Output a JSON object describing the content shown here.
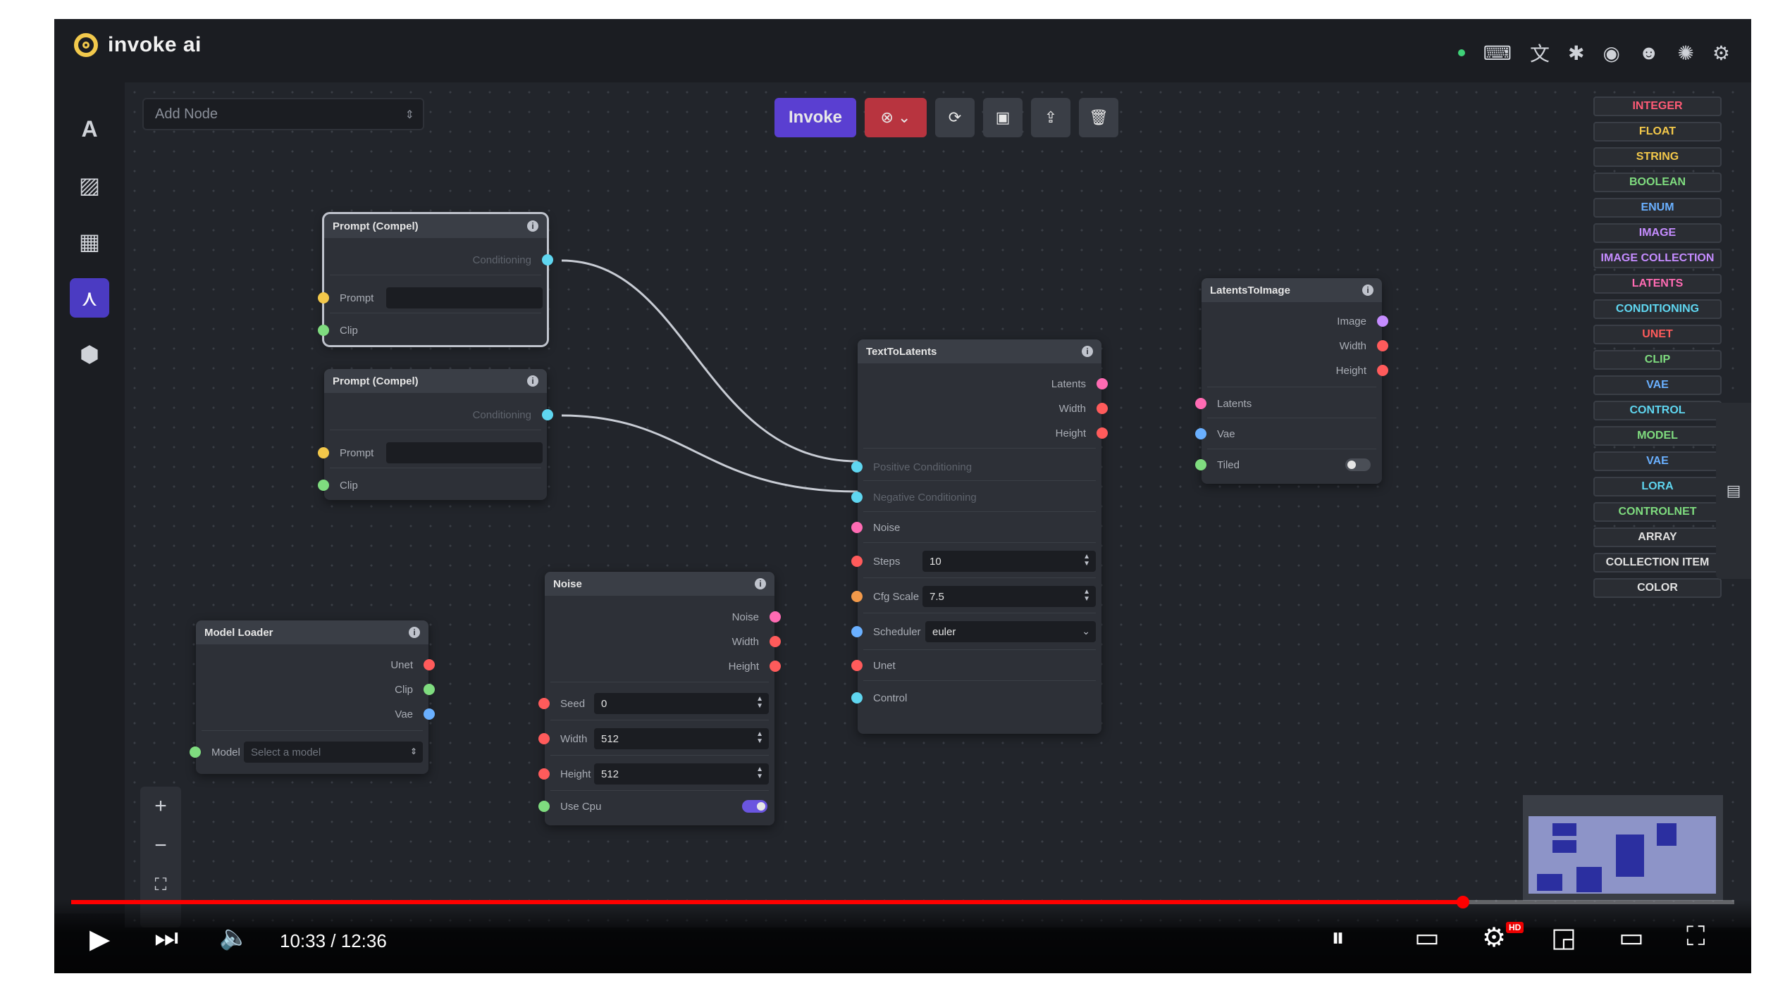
{
  "app": {
    "logo_text": "invoke ai"
  },
  "top_icons": [
    "keyboard-icon",
    "translate-icon",
    "bug-icon",
    "github-icon",
    "discord-icon",
    "theme-icon",
    "settings-icon"
  ],
  "sidebar": [
    "text-to-image-icon",
    "image-icon",
    "gallery-grid-icon",
    "nodes-icon",
    "model-cube-icon"
  ],
  "add_node": {
    "placeholder": "Add Node"
  },
  "toolbar": {
    "invoke_label": "Invoke"
  },
  "field_types": [
    {
      "label": "INTEGER",
      "color": "#ff5b76"
    },
    {
      "label": "FLOAT",
      "color": "#f3c84a"
    },
    {
      "label": "STRING",
      "color": "#f3c84a"
    },
    {
      "label": "BOOLEAN",
      "color": "#7fdc7f"
    },
    {
      "label": "ENUM",
      "color": "#6ab0ff"
    },
    {
      "label": "IMAGE",
      "color": "#c58cff"
    },
    {
      "label": "IMAGE COLLECTION",
      "color": "#c58cff"
    },
    {
      "label": "LATENTS",
      "color": "#ff6bb3"
    },
    {
      "label": "CONDITIONING",
      "color": "#5fd6f0"
    },
    {
      "label": "UNET",
      "color": "#ff5b5b"
    },
    {
      "label": "CLIP",
      "color": "#7fdc7f"
    },
    {
      "label": "VAE",
      "color": "#6ab0ff"
    },
    {
      "label": "CONTROL",
      "color": "#5fd6f0"
    },
    {
      "label": "MODEL",
      "color": "#7fdc7f"
    },
    {
      "label": "VAE",
      "color": "#6ab0ff"
    },
    {
      "label": "LORA",
      "color": "#5fd6f0"
    },
    {
      "label": "CONTROLNET",
      "color": "#7fdc7f"
    },
    {
      "label": "ARRAY",
      "color": "#e0e0e0"
    },
    {
      "label": "COLLECTION ITEM",
      "color": "#e0e0e0"
    },
    {
      "label": "COLOR",
      "color": "#e0e0e0"
    }
  ],
  "nodes": {
    "prompt1": {
      "title": "Prompt (Compel)",
      "out_conditioning": "Conditioning",
      "in_prompt": "Prompt",
      "in_clip": "Clip"
    },
    "prompt2": {
      "title": "Prompt (Compel)",
      "out_conditioning": "Conditioning",
      "in_prompt": "Prompt",
      "in_clip": "Clip"
    },
    "text_to_latents": {
      "title": "TextToLatents",
      "out_latents": "Latents",
      "out_width": "Width",
      "out_height": "Height",
      "in_pos": "Positive Conditioning",
      "in_neg": "Negative Conditioning",
      "in_noise": "Noise",
      "steps_label": "Steps",
      "steps_value": "10",
      "cfg_label": "Cfg Scale",
      "cfg_value": "7.5",
      "scheduler_label": "Scheduler",
      "scheduler_value": "euler",
      "in_unet": "Unet",
      "in_control": "Control"
    },
    "latents_to_image": {
      "title": "LatentsToImage",
      "out_image": "Image",
      "out_width": "Width",
      "out_height": "Height",
      "in_latents": "Latents",
      "in_vae": "Vae",
      "in_tiled": "Tiled"
    },
    "noise": {
      "title": "Noise",
      "out_noise": "Noise",
      "out_width": "Width",
      "out_height": "Height",
      "seed_label": "Seed",
      "seed_value": "0",
      "width_label": "Width",
      "width_value": "512",
      "height_label": "Height",
      "height_value": "512",
      "use_cpu_label": "Use Cpu"
    },
    "model_loader": {
      "title": "Model Loader",
      "out_unet": "Unet",
      "out_clip": "Clip",
      "out_vae": "Vae",
      "model_label": "Model",
      "model_placeholder": "Select a model"
    }
  },
  "player": {
    "time": "10:33 / 12:36",
    "played_fraction": 0.8367,
    "hd_badge": "HD"
  }
}
